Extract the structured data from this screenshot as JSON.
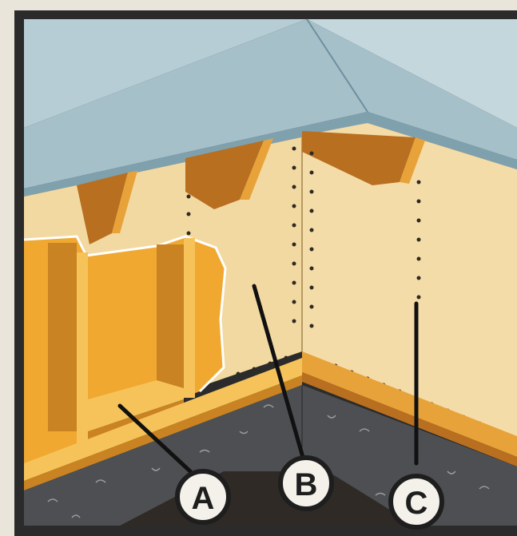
{
  "diagram": {
    "callouts": [
      {
        "id": "A",
        "label": "A"
      },
      {
        "id": "B",
        "label": "B"
      },
      {
        "id": "C",
        "label": "C"
      }
    ],
    "colors": {
      "frame": "#2b2b2b",
      "ceiling_left": "#a9c3cc",
      "ceiling_right": "#b9cfd6",
      "ceiling_edge": "#8fb0bc",
      "wall": "#f2d9a2",
      "lumber": "#f0a830",
      "lumber_dark": "#c98322",
      "joist": "#b86f1f",
      "floor": "#4d4f52",
      "soil": "#2f2a26",
      "callout_fill": "#f4f1ea",
      "callout_stroke": "#1e1e1e"
    }
  }
}
